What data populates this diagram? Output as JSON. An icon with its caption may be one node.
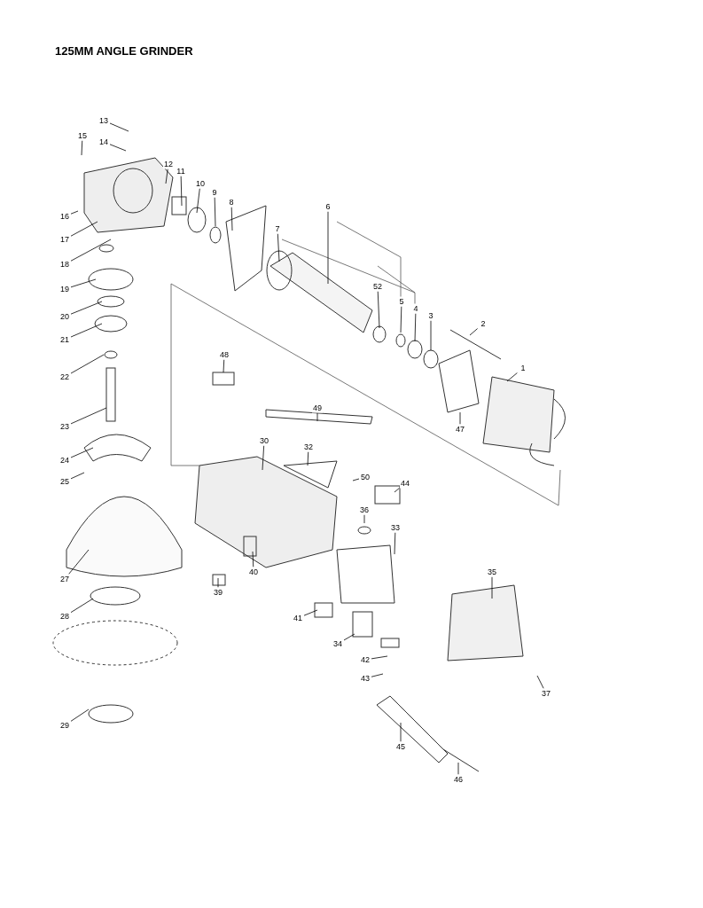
{
  "diagram": {
    "title": "125MM ANGLE GRINDER",
    "nodes": [
      {
        "text": [
          "13"
        ]
      },
      {
        "text": [
          "15"
        ]
      },
      {
        "text": [
          "14"
        ]
      },
      {
        "text": [
          "12"
        ]
      },
      {
        "text": [
          "11"
        ]
      },
      {
        "text": [
          "10"
        ]
      },
      {
        "text": [
          "9"
        ]
      },
      {
        "text": [
          "8"
        ]
      },
      {
        "text": [
          "6"
        ]
      },
      {
        "text": [
          "16"
        ]
      },
      {
        "text": [
          "7"
        ]
      },
      {
        "text": [
          "17"
        ]
      },
      {
        "text": [
          "18"
        ]
      },
      {
        "text": [
          "52"
        ]
      },
      {
        "text": [
          "19"
        ]
      },
      {
        "text": [
          "5"
        ]
      },
      {
        "text": [
          "4"
        ]
      },
      {
        "text": [
          "3"
        ]
      },
      {
        "text": [
          "20"
        ]
      },
      {
        "text": [
          "2"
        ]
      },
      {
        "text": [
          "21"
        ]
      },
      {
        "text": [
          "48"
        ]
      },
      {
        "text": [
          "1"
        ]
      },
      {
        "text": [
          "22"
        ]
      },
      {
        "text": [
          "49"
        ]
      },
      {
        "text": [
          "23"
        ]
      },
      {
        "text": [
          "47"
        ]
      },
      {
        "text": [
          "30"
        ]
      },
      {
        "text": [
          "32"
        ]
      },
      {
        "text": [
          "24"
        ]
      },
      {
        "text": [
          "50"
        ]
      },
      {
        "text": [
          "25"
        ]
      },
      {
        "text": [
          "44"
        ]
      },
      {
        "text": [
          "36"
        ]
      },
      {
        "text": [
          "33"
        ]
      },
      {
        "text": [
          "40"
        ]
      },
      {
        "text": [
          "35"
        ]
      },
      {
        "text": [
          "27"
        ]
      },
      {
        "text": [
          "39"
        ]
      },
      {
        "text": [
          "28"
        ]
      },
      {
        "text": [
          "41"
        ]
      },
      {
        "text": [
          "34"
        ]
      },
      {
        "text": [
          "42"
        ]
      },
      {
        "text": [
          "43"
        ]
      },
      {
        "text": [
          "37"
        ]
      },
      {
        "text": [
          "29"
        ]
      },
      {
        "text": [
          "45"
        ]
      },
      {
        "text": [
          "46"
        ]
      }
    ],
    "edges": [
      {
        "from": 0,
        "to": null,
        "arrow": "none"
      },
      {
        "from": 1,
        "to": null,
        "arrow": "none"
      },
      {
        "from": 2,
        "to": null,
        "arrow": "none"
      },
      {
        "from": 3,
        "to": null,
        "arrow": "none"
      },
      {
        "from": 4,
        "to": null,
        "arrow": "none"
      },
      {
        "from": 5,
        "to": null,
        "arrow": "none"
      },
      {
        "from": 6,
        "to": null,
        "arrow": "none"
      },
      {
        "from": 7,
        "to": null,
        "arrow": "none"
      },
      {
        "from": 8,
        "to": null,
        "arrow": "none"
      },
      {
        "from": 9,
        "to": null,
        "arrow": "none"
      },
      {
        "from": 10,
        "to": null,
        "arrow": "none"
      },
      {
        "from": 11,
        "to": null,
        "arrow": "none"
      },
      {
        "from": 12,
        "to": null,
        "arrow": "none"
      },
      {
        "from": 13,
        "to": null,
        "arrow": "none"
      },
      {
        "from": 14,
        "to": null,
        "arrow": "none"
      },
      {
        "from": 15,
        "to": null,
        "arrow": "none"
      },
      {
        "from": 16,
        "to": null,
        "arrow": "none"
      },
      {
        "from": 17,
        "to": null,
        "arrow": "none"
      },
      {
        "from": 18,
        "to": null,
        "arrow": "none"
      },
      {
        "from": 19,
        "to": null,
        "arrow": "none"
      },
      {
        "from": 20,
        "to": null,
        "arrow": "none"
      },
      {
        "from": 21,
        "to": null,
        "arrow": "none"
      },
      {
        "from": 22,
        "to": null,
        "arrow": "none"
      },
      {
        "from": 23,
        "to": null,
        "arrow": "none"
      },
      {
        "from": 24,
        "to": null,
        "arrow": "none"
      },
      {
        "from": 25,
        "to": null,
        "arrow": "none"
      },
      {
        "from": 26,
        "to": null,
        "arrow": "none"
      },
      {
        "from": 27,
        "to": null,
        "arrow": "none"
      },
      {
        "from": 28,
        "to": null,
        "arrow": "none"
      },
      {
        "from": 29,
        "to": null,
        "arrow": "none"
      },
      {
        "from": 30,
        "to": null,
        "arrow": "none"
      },
      {
        "from": 31,
        "to": null,
        "arrow": "none"
      },
      {
        "from": 32,
        "to": null,
        "arrow": "none"
      },
      {
        "from": 33,
        "to": null,
        "arrow": "none"
      },
      {
        "from": 34,
        "to": null,
        "arrow": "none"
      },
      {
        "from": 35,
        "to": null,
        "arrow": "none"
      },
      {
        "from": 36,
        "to": null,
        "arrow": "none"
      },
      {
        "from": 37,
        "to": null,
        "arrow": "none"
      },
      {
        "from": 38,
        "to": null,
        "arrow": "none"
      },
      {
        "from": 39,
        "to": null,
        "arrow": "none"
      },
      {
        "from": 40,
        "to": null,
        "arrow": "none"
      },
      {
        "from": 41,
        "to": null,
        "arrow": "none"
      },
      {
        "from": 42,
        "to": null,
        "arrow": "none"
      },
      {
        "from": 43,
        "to": null,
        "arrow": "none"
      },
      {
        "from": 44,
        "to": null,
        "arrow": "none"
      },
      {
        "from": 45,
        "to": null,
        "arrow": "none"
      },
      {
        "from": 46,
        "to": null,
        "arrow": "none"
      },
      {
        "from": 47,
        "to": null,
        "arrow": "none"
      }
    ]
  }
}
